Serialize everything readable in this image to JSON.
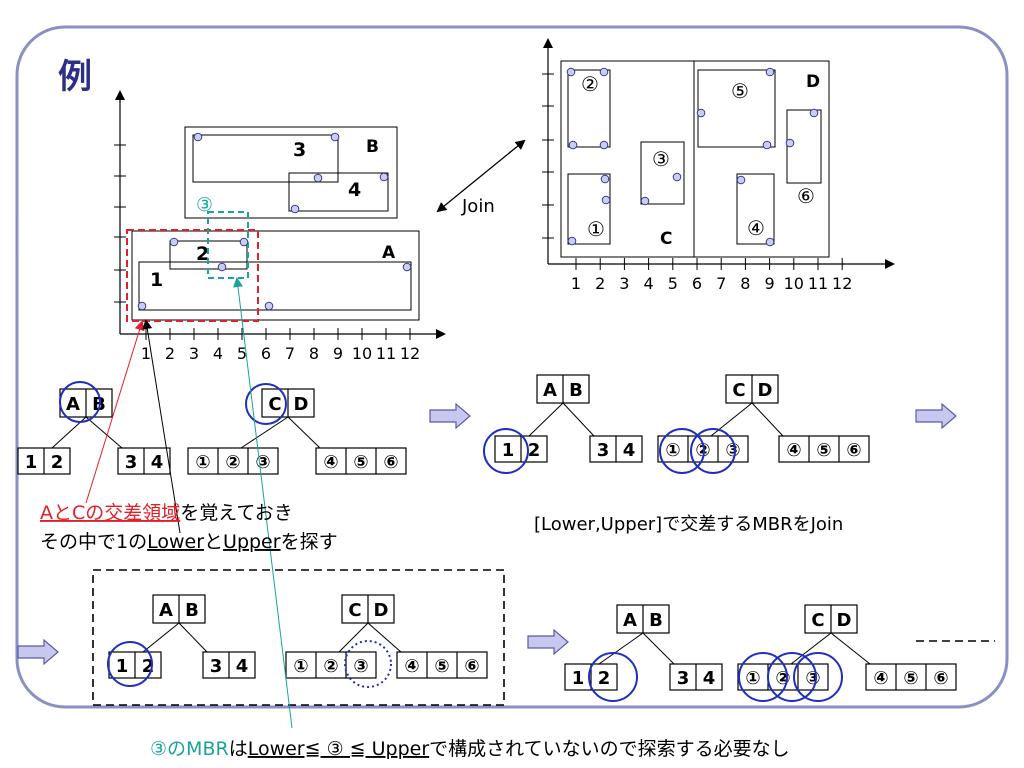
{
  "slide": {
    "title": "例",
    "colors": {
      "frame": "#8a8fc4",
      "title": "#2b2f86",
      "circle": "#1f2fbf",
      "teal": "#1aa39a",
      "red": "#e0202a",
      "arrow_fill": "#c8c8ee",
      "arrow_stroke": "#5a5aa8",
      "point_fill": "#c9cdf4",
      "point_stroke": "#3a3a8a"
    }
  },
  "left_plot": {
    "ticks": [
      "1",
      "2",
      "3",
      "4",
      "5",
      "6",
      "7",
      "8",
      "9",
      "10",
      "11",
      "12"
    ],
    "labels": {
      "r1": "1",
      "r2": "2",
      "r3": "3",
      "r4": "4",
      "node_a": "A",
      "node_b": "B",
      "query": "③"
    }
  },
  "right_plot": {
    "ticks": [
      "1",
      "2",
      "3",
      "4",
      "5",
      "6",
      "7",
      "8",
      "9",
      "10",
      "11",
      "12"
    ],
    "labels": {
      "r1": "①",
      "r2": "②",
      "r3": "③",
      "r4": "④",
      "r5": "⑤",
      "r6": "⑥",
      "node_c": "C",
      "node_d": "D"
    }
  },
  "join_label": "Join",
  "trees": {
    "root_ab": [
      "A",
      "B"
    ],
    "root_cd": [
      "C",
      "D"
    ],
    "leaf_12": [
      "1",
      "2"
    ],
    "leaf_34": [
      "3",
      "4"
    ],
    "leaf_123c": [
      "①",
      "②",
      "③"
    ],
    "leaf_456c": [
      "④",
      "⑤",
      "⑥"
    ]
  },
  "captions": {
    "note_red": "AとCの交差領域",
    "note_rest": "を覚えておき",
    "note_line2_a": "その中で1の",
    "note_line2_lower": "Lower",
    "note_line2_to": "と",
    "note_line2_upper": "Upper",
    "note_line2_b": "を探す",
    "join_desc": "[Lower,Upper]で交差するMBRをJoin",
    "bottom_circled": "③",
    "bottom_mbr": "のMBR",
    "bottom_ha": "は",
    "bottom_cond": "Lower≦ ③ ≦ Upper",
    "bottom_rest": "で構成されていないので探索する必要なし"
  }
}
